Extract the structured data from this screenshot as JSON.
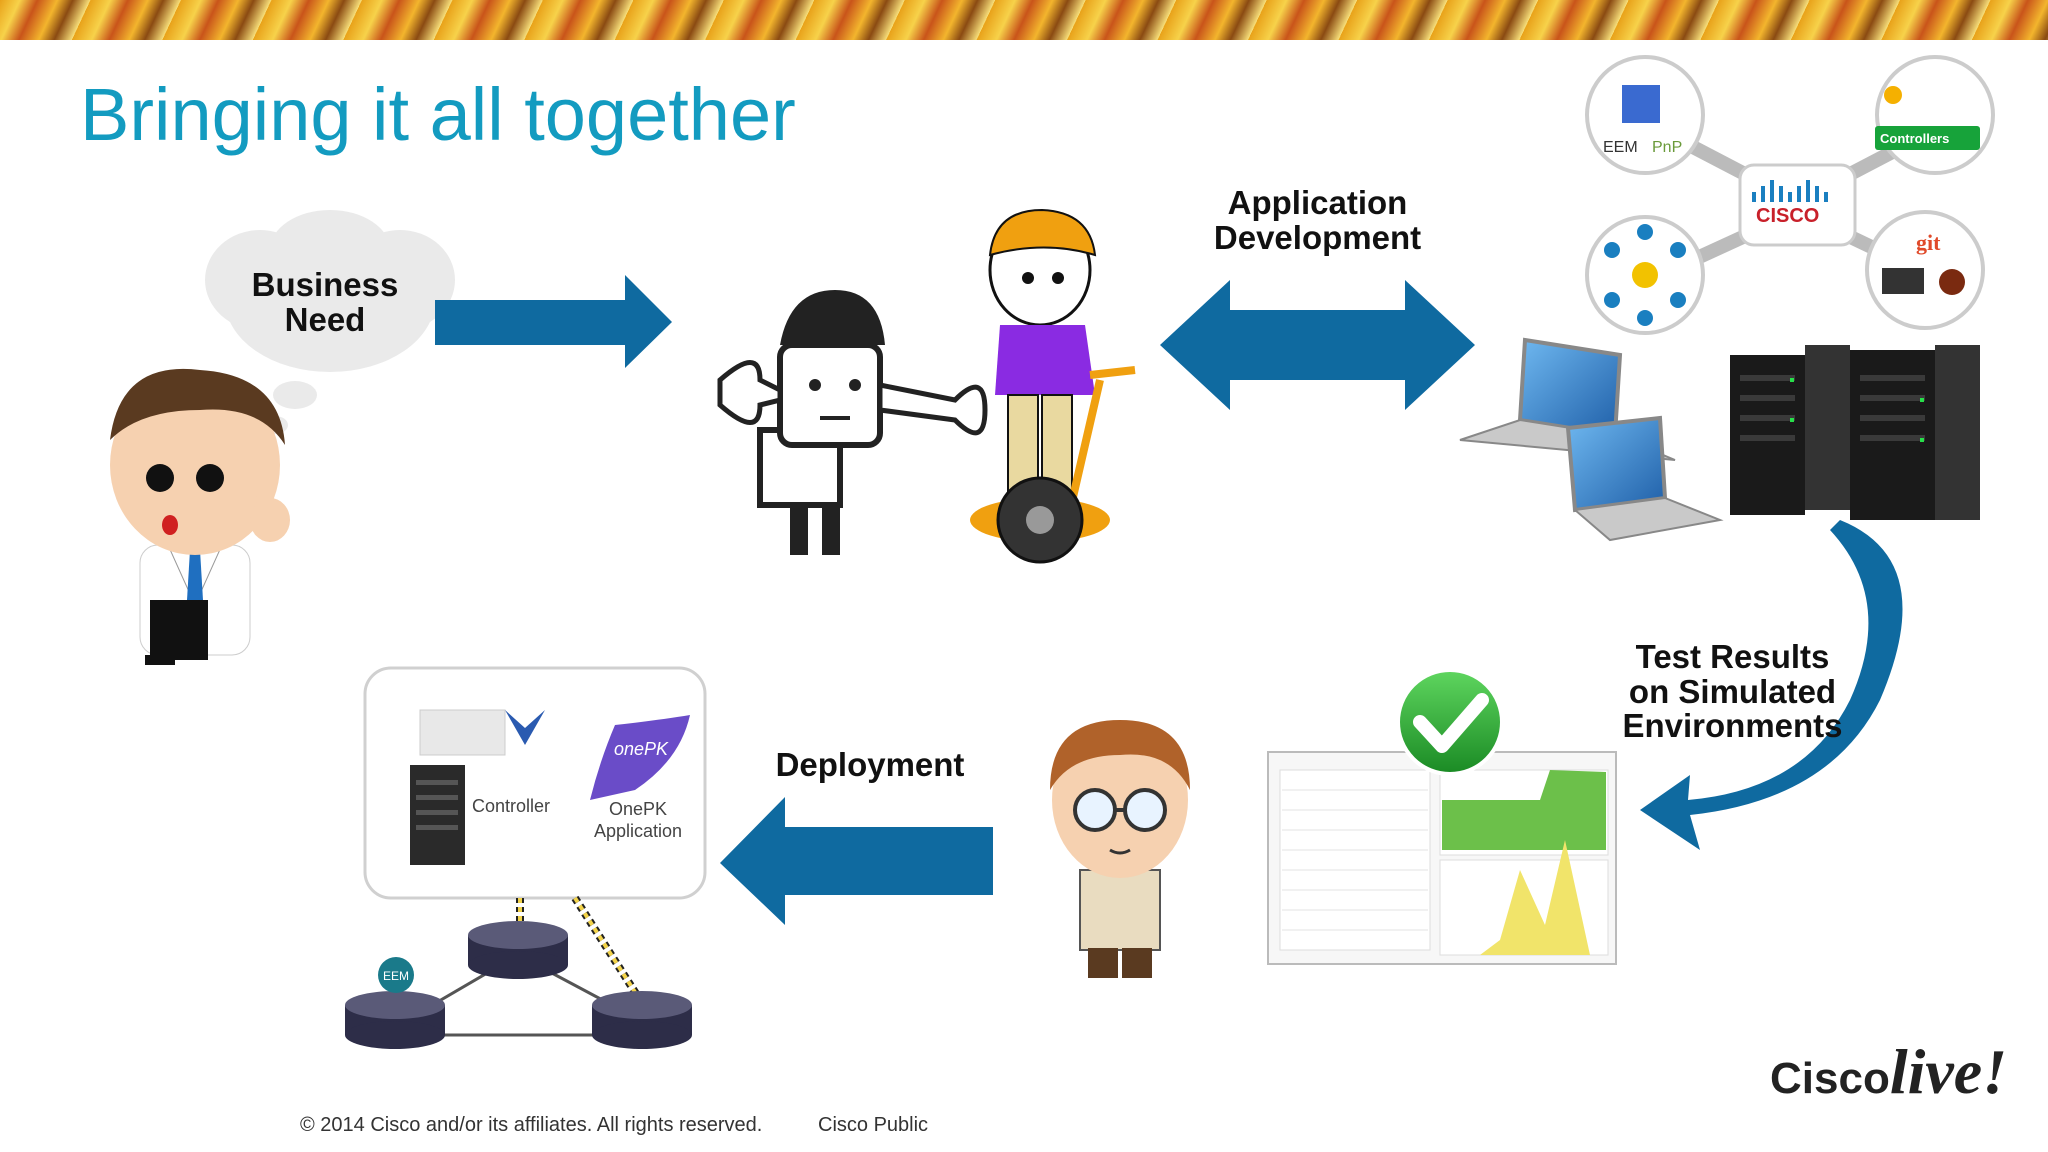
{
  "title": "Bringing it all together",
  "labels": {
    "business_need": [
      "Business",
      "Need"
    ],
    "app_dev": [
      "Application",
      "Development"
    ],
    "test_results": [
      "Test Results",
      "on Simulated",
      "Environments"
    ],
    "deployment": "Deployment"
  },
  "icons": {
    "eem": "EEM",
    "pnp": "PnP",
    "controllers": "Controllers",
    "cisco": "CISCO",
    "git": "git",
    "controller": "Controller",
    "onepk_app": [
      "OnePK",
      "Application"
    ],
    "onepk_logo": "onePK",
    "eem_badge": "EEM"
  },
  "footer": {
    "copyright": "© 2014 Cisco and/or its affiliates. All rights reserved.",
    "classification": "Cisco Public"
  },
  "logo": {
    "cisco": "Cisco",
    "live": "live!"
  },
  "colors": {
    "title": "#139bc0",
    "arrow": "#0f6aa0",
    "check": "#2bb33b"
  }
}
